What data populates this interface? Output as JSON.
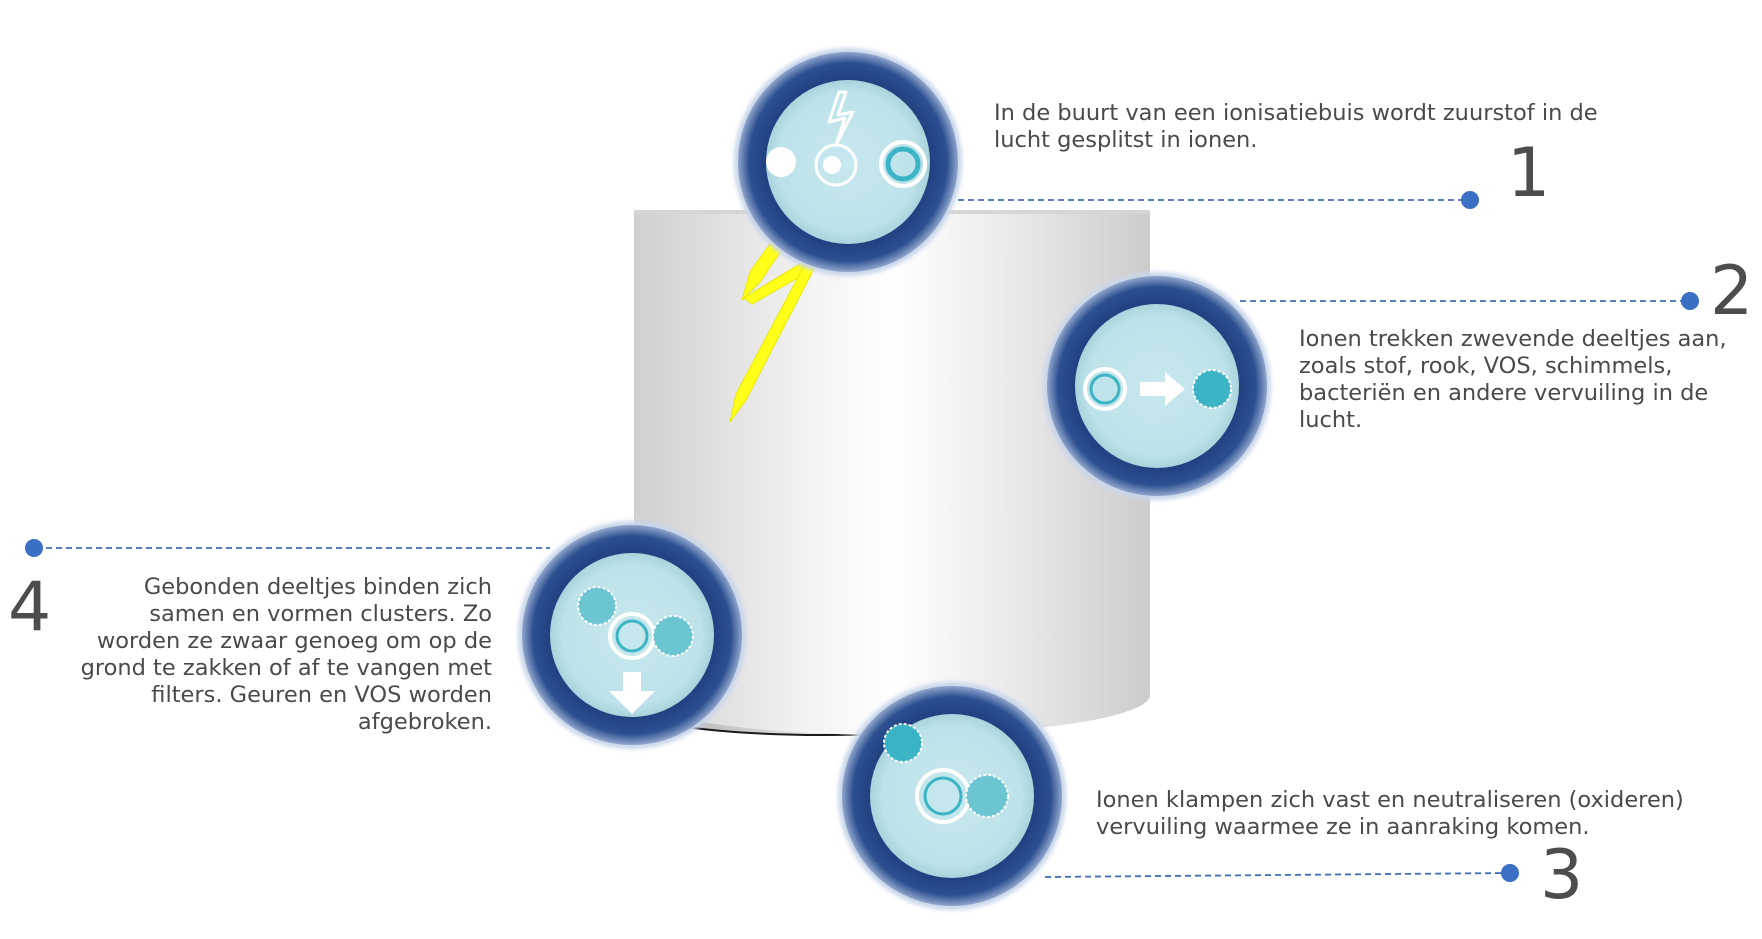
{
  "steps": [
    {
      "number": "1",
      "text": "In de buurt van een ionisatiebuis wordt zuurstof in de lucht gesplitst in ionen.",
      "icon": "oxygen-split-lightning-icon"
    },
    {
      "number": "2",
      "text": "Ionen trekken zwevende deeltjes aan, zoals stof, rook, VOS, schimmels, bacteriën en andere vervuiling in de lucht.",
      "icon": "ion-attracts-particle-icon"
    },
    {
      "number": "3",
      "text": "Ionen klampen zich vast en neutraliseren (oxideren) vervuiling waarmee ze in aanraking komen.",
      "icon": "ion-neutralizes-pollutant-icon"
    },
    {
      "number": "4",
      "text": "Gebonden deeltjes binden zich samen en vormen clusters. Zo worden ze zwaar genoeg om op de grond te zakken of af te vangen met filters. Geuren en VOS worden afgebroken.",
      "icon": "particle-cluster-falls-icon"
    }
  ],
  "colors": {
    "ring": "#1f3f7e",
    "disc": "#bfe3ea",
    "particle": "#3bb5c6",
    "connector": "#3f6fb8",
    "lightning": "#ffff1a",
    "text": "#4a4a4a"
  }
}
